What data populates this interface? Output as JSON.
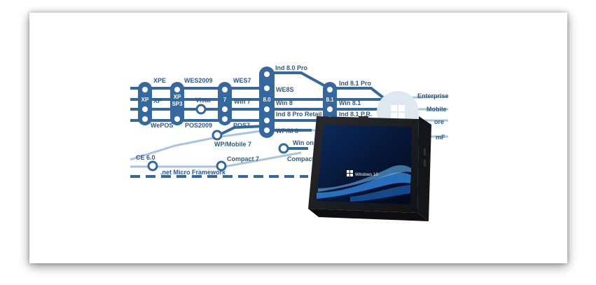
{
  "colors": {
    "line_dark": "#35689e",
    "line_light": "#a9c4e0",
    "node_fill": "#ffffff",
    "tablet_bezel": "#1c1d21",
    "screen_dark": "#04122c",
    "screen_accent": "#2f7fd4"
  },
  "labels": {
    "xpe": "XPE",
    "xp": "XP",
    "xp_sp3": "XP SP3",
    "wepos": "WePOS",
    "wes2009": "WES2009",
    "vista": "Vista",
    "pos2009": "POS2009",
    "wes7": "WES7",
    "win7": "Win 7",
    "pos7": "POS7",
    "seven": "7",
    "ind80pro": "Ind 8.0 Pro",
    "wes8": "WE8S",
    "win8": "Win 8",
    "ind8proretail": "Ind 8 Pro Retail",
    "wpm8": "WP/M 8",
    "eight": "8.0",
    "ind81pro": "Ind 8.1 Pro",
    "win81": "Win 8.1",
    "ind81pr": "Ind 8.1 P.R.",
    "eight_one": "8.1",
    "enterprise": "Enterprise",
    "mobile": "Mobile",
    "core": "ore",
    "mf": "mF",
    "wpmobile7": "WP/Mobile 7",
    "win_on": "Win on",
    "ce60": "CE 6.0",
    "compact7": "Compact 7",
    "compact": "Compact",
    "micro_framework": ".net Micro Framework"
  },
  "tablet": {
    "screen_text": "Windows 10"
  }
}
